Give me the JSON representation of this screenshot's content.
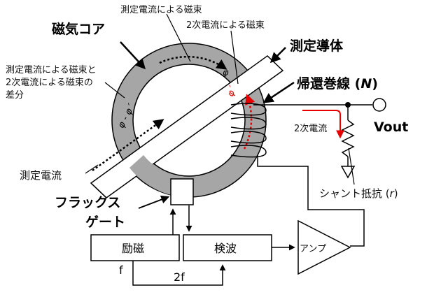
{
  "labels": {
    "magnetic_core": "磁気コア",
    "flux_measured": "測定電流による磁束",
    "flux_secondary": "2次電流による磁束",
    "conductor": "測定導体",
    "flux_diff_line1": "測定電流による磁束と",
    "flux_diff_line2": "2次電流による磁束の",
    "flux_diff_line3": "差分",
    "return_winding": "帰還巻線 (",
    "return_winding_N": "N",
    "return_winding_close": ")",
    "vout": "Vout",
    "secondary_current": "2次電流",
    "measured_current": "測定電流",
    "shunt_resistor": "シャント抵抗 (",
    "shunt_r": "r",
    "shunt_close": ")",
    "fluxgate_line1": "フラックス",
    "fluxgate_line2": "ゲート",
    "excitation": "励磁",
    "detection": "検波",
    "amplifier": "アンプ",
    "freq_f": "f",
    "freq_2f": "2f",
    "phi": "φ",
    "phi_prime": "φ´",
    "phi_diff": "φ - φ´"
  },
  "colors": {
    "core_fill": "#a6a6a6",
    "accent_red": "#e60000",
    "line": "#000000"
  }
}
